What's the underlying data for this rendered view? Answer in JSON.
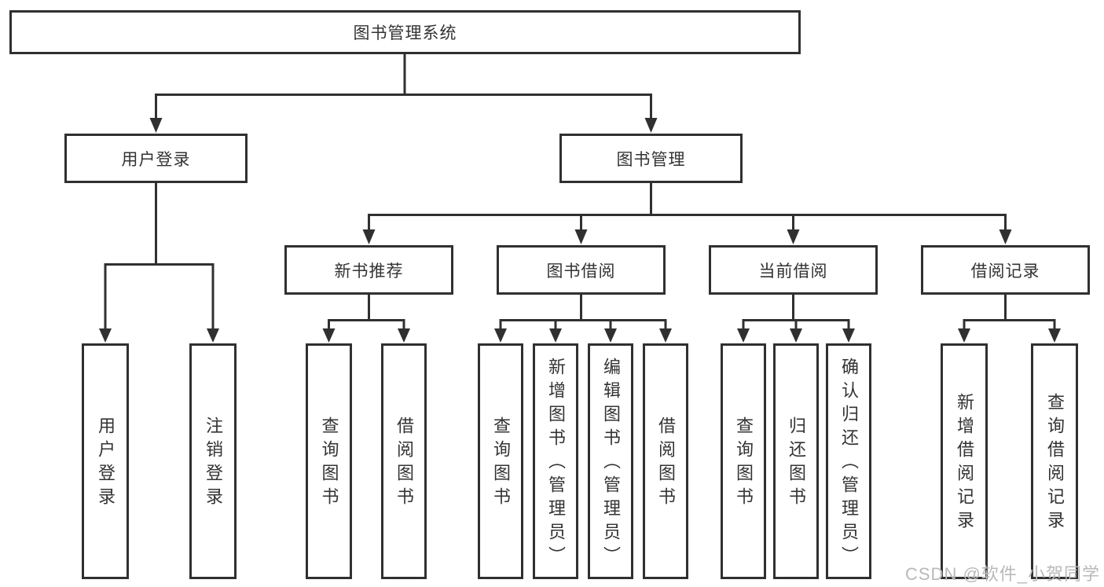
{
  "diagram": {
    "root_label": "图书管理系统",
    "branches": {
      "user_login": {
        "label": "用户登录",
        "children": [
          "用户登录",
          "注销登录"
        ]
      },
      "book_management": {
        "label": "图书管理",
        "sections": [
          {
            "label": "新书推荐",
            "children": [
              "查询图书",
              "借阅图书"
            ]
          },
          {
            "label": "图书借阅",
            "children": [
              "查询图书",
              "新增图书（管理员）",
              "编辑图书（管理员）",
              "借阅图书"
            ]
          },
          {
            "label": "当前借阅",
            "children": [
              "查询图书",
              "归还图书",
              "确认归还（管理员）"
            ]
          },
          {
            "label": "借阅记录",
            "children": [
              "新增借阅记录",
              "查询借阅记录"
            ]
          }
        ]
      }
    }
  },
  "watermark": "CSDN @软件_小贺同学",
  "colors": {
    "line": "#303030",
    "box_border": "#303030",
    "box_fill": "#ffffff",
    "text": "#333333",
    "watermark": "#b9b9b9",
    "background": "#ffffff"
  }
}
